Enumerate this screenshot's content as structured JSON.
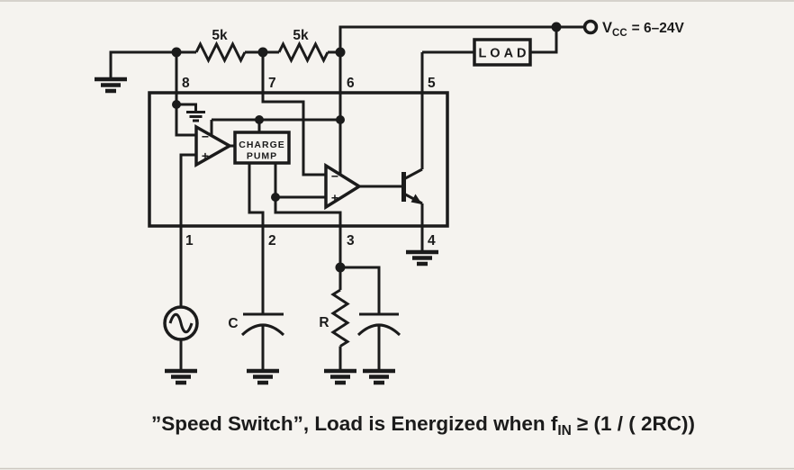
{
  "colors": {
    "background": "#f5f3ef",
    "line": "#1b1b1b"
  },
  "ic": {
    "pins_top": [
      "8",
      "7",
      "6",
      "5"
    ],
    "pins_bottom": [
      "1",
      "2",
      "3",
      "4"
    ],
    "charge_pump": {
      "line1": "CHARGE",
      "line2": "PUMP"
    },
    "input_amp": {
      "minus": "−",
      "plus": "+"
    },
    "comparator": {
      "minus": "−",
      "plus": "+"
    }
  },
  "components": {
    "r_top_left": "5k",
    "r_top_right": "5k",
    "load": "LOAD",
    "cap_label": "C",
    "res_label": "R"
  },
  "supply": {
    "v": "V",
    "sub": "CC",
    "value": "= 6–24V"
  },
  "caption": {
    "part1": "”Speed Switch”, Load is Energized when f",
    "sub": "IN",
    "part2": "≥ (1 / ( 2RC))"
  }
}
